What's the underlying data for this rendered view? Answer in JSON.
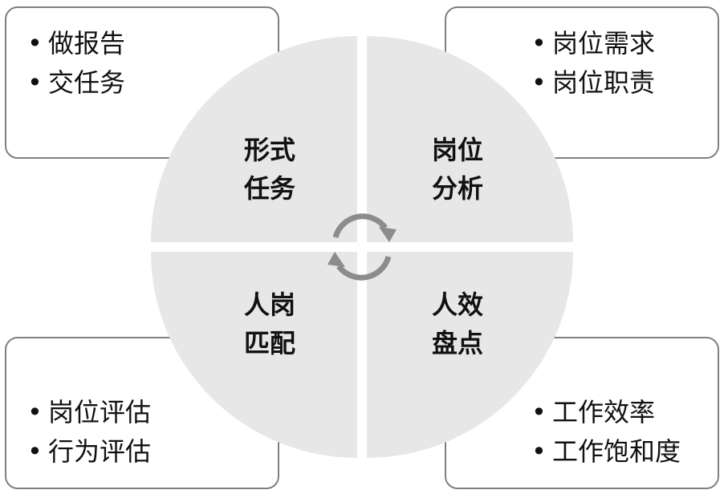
{
  "colors": {
    "quadrant_fill": "#e7e7e7",
    "box_border": "#7f7f7f",
    "cycle_arrow": "#8c8c8c",
    "text": "#111111"
  },
  "quadrants": {
    "top_left": {
      "line1": "形式",
      "line2": "任务"
    },
    "top_right": {
      "line1": "岗位",
      "line2": "分析"
    },
    "bottom_left": {
      "line1": "人岗",
      "line2": "匹配"
    },
    "bottom_right": {
      "line1": "人效",
      "line2": "盘点"
    }
  },
  "boxes": {
    "top_left": {
      "items": [
        "做报告",
        "交任务"
      ]
    },
    "top_right": {
      "items": [
        "岗位需求",
        "岗位职责"
      ]
    },
    "bottom_left": {
      "items": [
        "岗位评估",
        "行为评估"
      ]
    },
    "bottom_right": {
      "items": [
        "工作效率",
        "工作饱和度"
      ]
    }
  },
  "center": {
    "icon": "cycle-arrows-icon"
  }
}
